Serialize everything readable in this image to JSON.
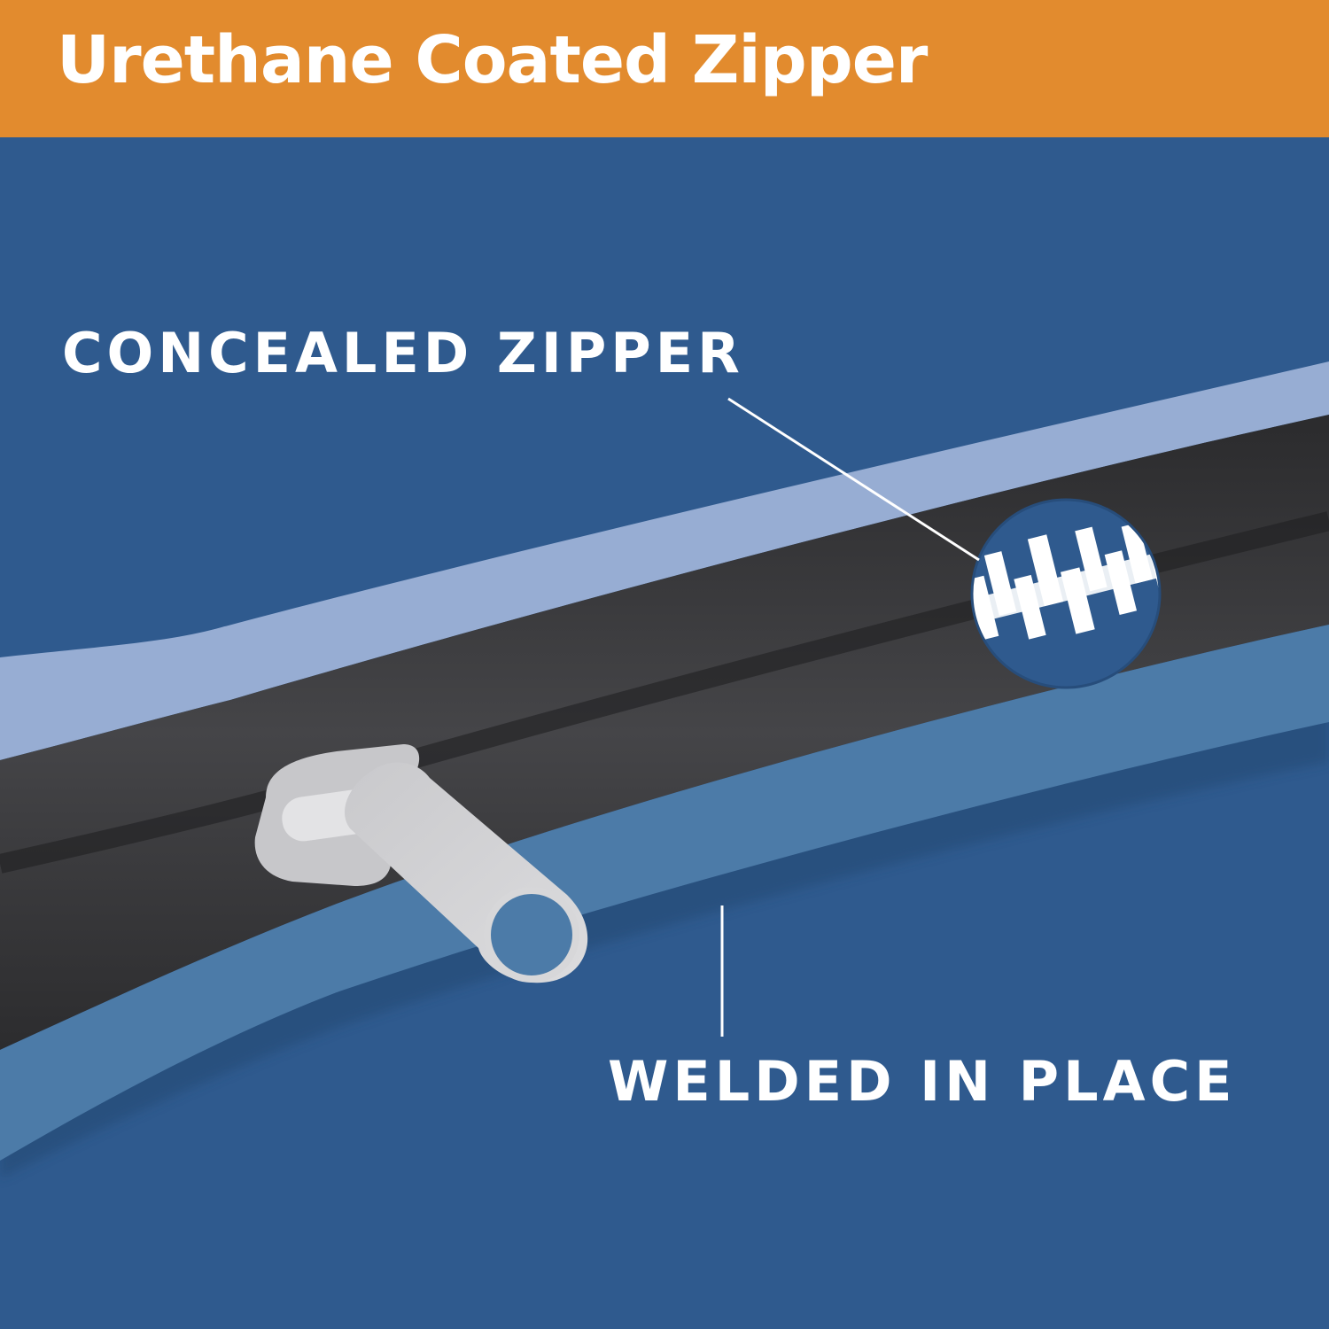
{
  "header": {
    "title": "Urethane Coated Zipper",
    "background_color": "#e28b2e"
  },
  "callouts": {
    "concealed": "CONCEALED ZIPPER",
    "welded": "WELDED IN PLACE"
  },
  "colors": {
    "background": "#2f5a8e",
    "upper_band": "#97add3",
    "lower_band": "#4c7ba8",
    "zipper_tape": "#3b3b3e",
    "pull_tab": "#d2d2d4",
    "text": "#ffffff"
  },
  "icons": {
    "zipper_teeth_magnifier": "magnifier-icon",
    "zipper_pull": "zipper-pull-icon"
  }
}
